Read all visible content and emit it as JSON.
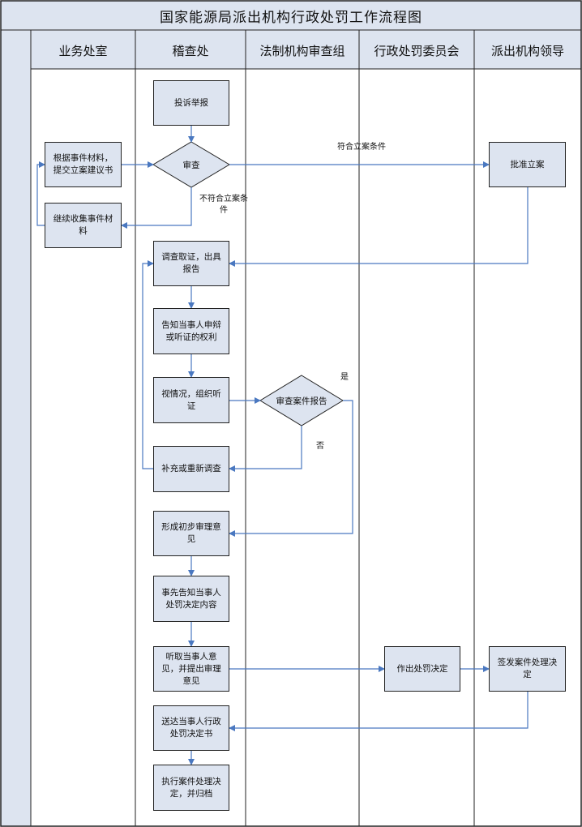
{
  "title": "国家能源局派出机构行政处罚工作流程图",
  "lanes": [
    "业务处室",
    "稽查处",
    "法制机构审查组",
    "行政处罚委员会",
    "派出机构领导"
  ],
  "nodes": {
    "complaint": "投诉举报",
    "review": "审查",
    "submit_proposal": "根据事件材料，提交立案建议书",
    "continue_collect": "继续收集事件材料",
    "approve_case": "批准立案",
    "investigate": "调查取证，出具报告",
    "notify_rights": "告知当事人申辩或听证的权利",
    "hearing": "视情况，组织听证",
    "review_report": "审查案件报告",
    "supplement": "补充或重新调查",
    "preliminary": "形成初步审理意见",
    "advance_notice": "事先告知当事人处罚决定内容",
    "listen_opinion": "听取当事人意见，并提出审理意见",
    "make_decision": "作出处罚决定",
    "sign_decision": "签发案件处理决定",
    "deliver": "送达当事人行政处罚决定书",
    "execute": "执行案件处理决定，并归档"
  },
  "labels": {
    "meets": "符合立案条件",
    "not_meets": "不符合立案条件",
    "yes": "是",
    "no": "否"
  },
  "colors": {
    "lane_fill": "#dde4f0",
    "node_fill": "#dde4f0",
    "arrow": "#4a78c0",
    "line": "#222222"
  }
}
